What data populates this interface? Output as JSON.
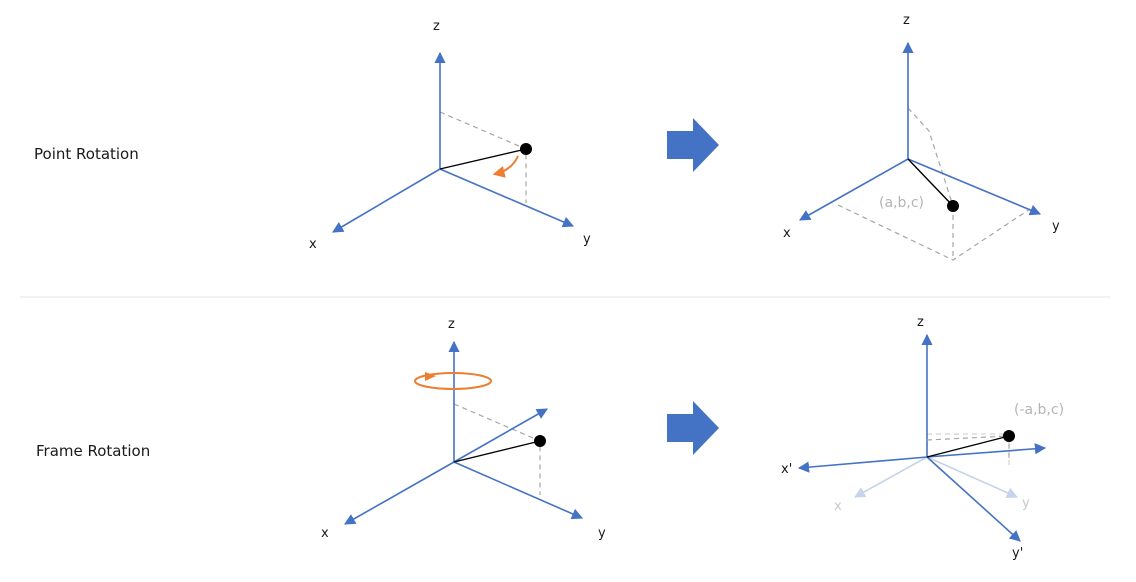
{
  "rows": {
    "point": {
      "label": "Point Rotation"
    },
    "frame": {
      "label": "Frame Rotation"
    }
  },
  "axes": {
    "x": "x",
    "y": "y",
    "z": "z",
    "x_prime": "x'",
    "y_prime": "y'"
  },
  "points": {
    "rotated": "(a,b,c)",
    "frame_rotated": "(-a,b,c)"
  },
  "colors": {
    "axis": "#4472c4",
    "axis_faint": "#c6d3ea",
    "arrow": "#4472c4",
    "rotation_indicator": "#ed7d31",
    "dashed": "#a6a6a6",
    "coordinate_text": "#b4b4b4"
  },
  "icons": [
    "right-arrow-icon",
    "rotation-arrow-icon"
  ]
}
